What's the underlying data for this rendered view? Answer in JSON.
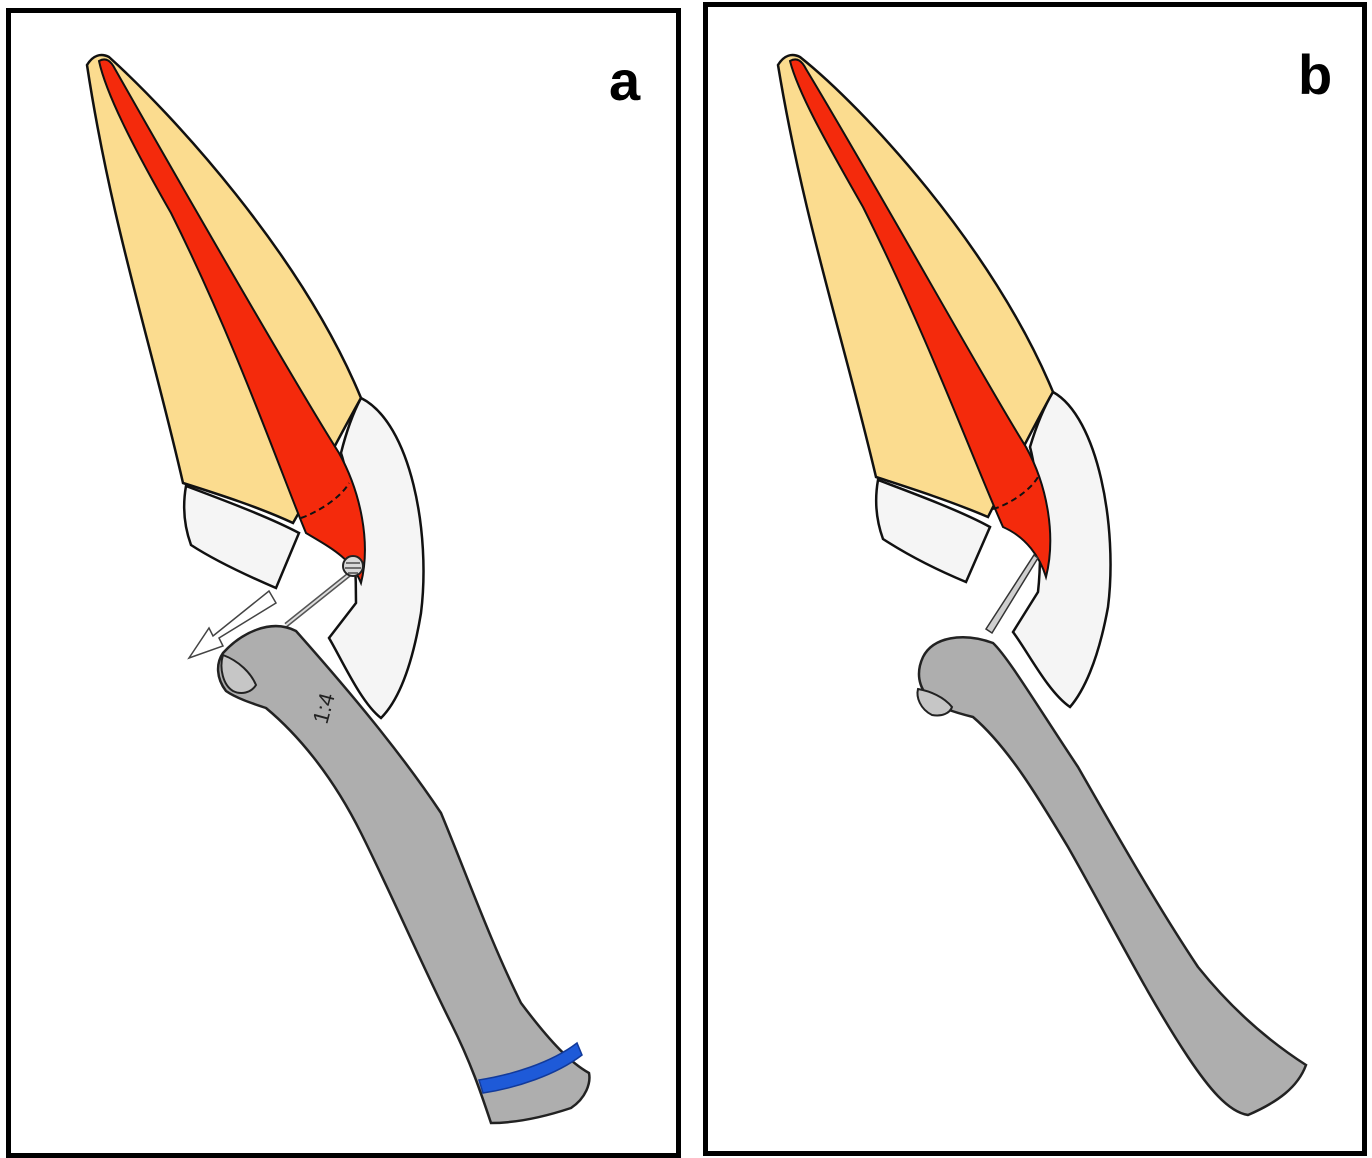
{
  "panels": [
    {
      "label": "a"
    },
    {
      "label": "b"
    }
  ],
  "handpiece_marking": "1:4",
  "colors": {
    "tooth": "#FBDC8F",
    "pulp": "#F42A0C",
    "restoration": "#F5F5F5",
    "handpiece": "#AEAEAE",
    "handpiece_ring": "#1E5AD8",
    "outline": "#111111"
  }
}
